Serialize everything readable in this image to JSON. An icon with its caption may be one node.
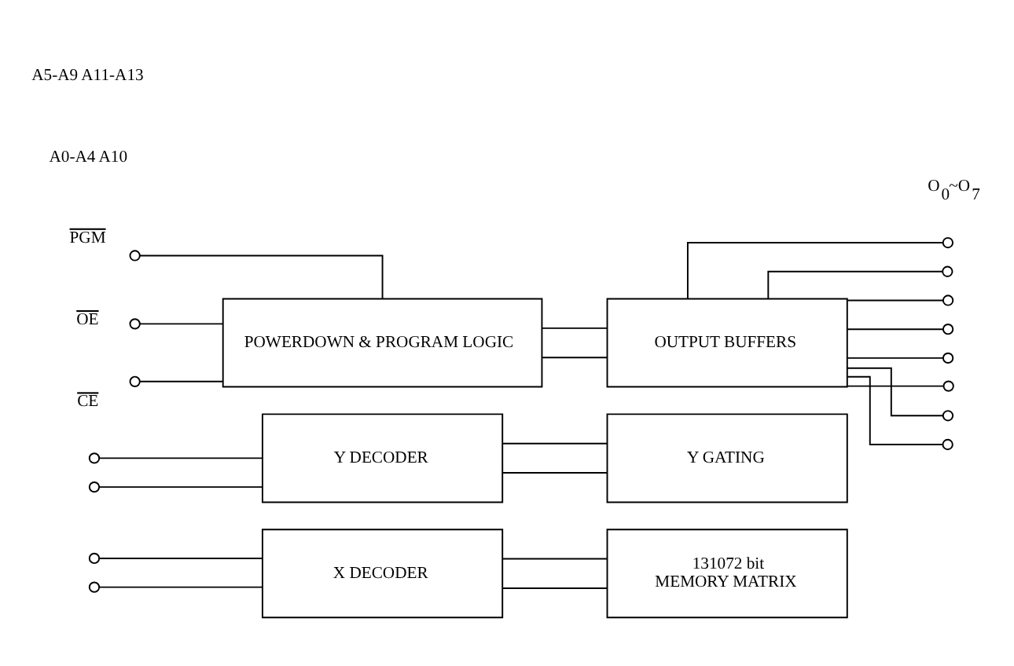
{
  "diagram": {
    "nodes": [
      {
        "text": [
          "PGM"
        ]
      },
      {
        "text": [
          "OE"
        ]
      },
      {
        "text": [
          "CE"
        ]
      },
      {
        "text": [
          "POWERDOWN & PROGRAM LOGIC"
        ]
      },
      {
        "text": [
          "OUTPUT BUFFERS"
        ]
      },
      {
        "text": [
          "Y DECODER"
        ]
      },
      {
        "text": [
          "Y GATING"
        ]
      },
      {
        "text": [
          "X DECODER"
        ]
      },
      {
        "text": [
          "131072 bit",
          "MEMORY MATRIX"
        ]
      }
    ],
    "edges": [
      {
        "from": 0,
        "to": 3,
        "arrow": "other"
      },
      {
        "from": 1,
        "to": 3,
        "arrow": "other"
      },
      {
        "from": 2,
        "to": 3,
        "arrow": "other"
      },
      {
        "from": 3,
        "to": 4,
        "arrow": "none"
      },
      {
        "from": 3,
        "to": 4,
        "arrow": "none"
      },
      {
        "from": 5,
        "to": 6,
        "arrow": "none"
      },
      {
        "from": 5,
        "to": 6,
        "arrow": "none"
      },
      {
        "from": 7,
        "to": 8,
        "arrow": "none"
      },
      {
        "from": 7,
        "to": 8,
        "arrow": "none"
      },
      {
        "from": null,
        "to": 5,
        "arrow": "other"
      },
      {
        "from": null,
        "to": 5,
        "arrow": "other"
      },
      {
        "from": null,
        "to": 7,
        "arrow": "other"
      },
      {
        "from": null,
        "to": 7,
        "arrow": "other"
      },
      {
        "from": 4,
        "to": null,
        "arrow": "other"
      },
      {
        "from": 4,
        "to": null,
        "arrow": "other"
      },
      {
        "from": 4,
        "to": null,
        "arrow": "other"
      },
      {
        "from": 4,
        "to": null,
        "arrow": "other"
      },
      {
        "from": 4,
        "to": null,
        "arrow": "other"
      },
      {
        "from": 4,
        "to": null,
        "arrow": "other"
      },
      {
        "from": 4,
        "to": null,
        "arrow": "other"
      },
      {
        "from": 4,
        "to": null,
        "arrow": "other"
      }
    ],
    "labels": [
      "O$_{0}$~O$_{7}$",
      "A0-A4 A10",
      "A5-A9 A11-A13"
    ]
  }
}
